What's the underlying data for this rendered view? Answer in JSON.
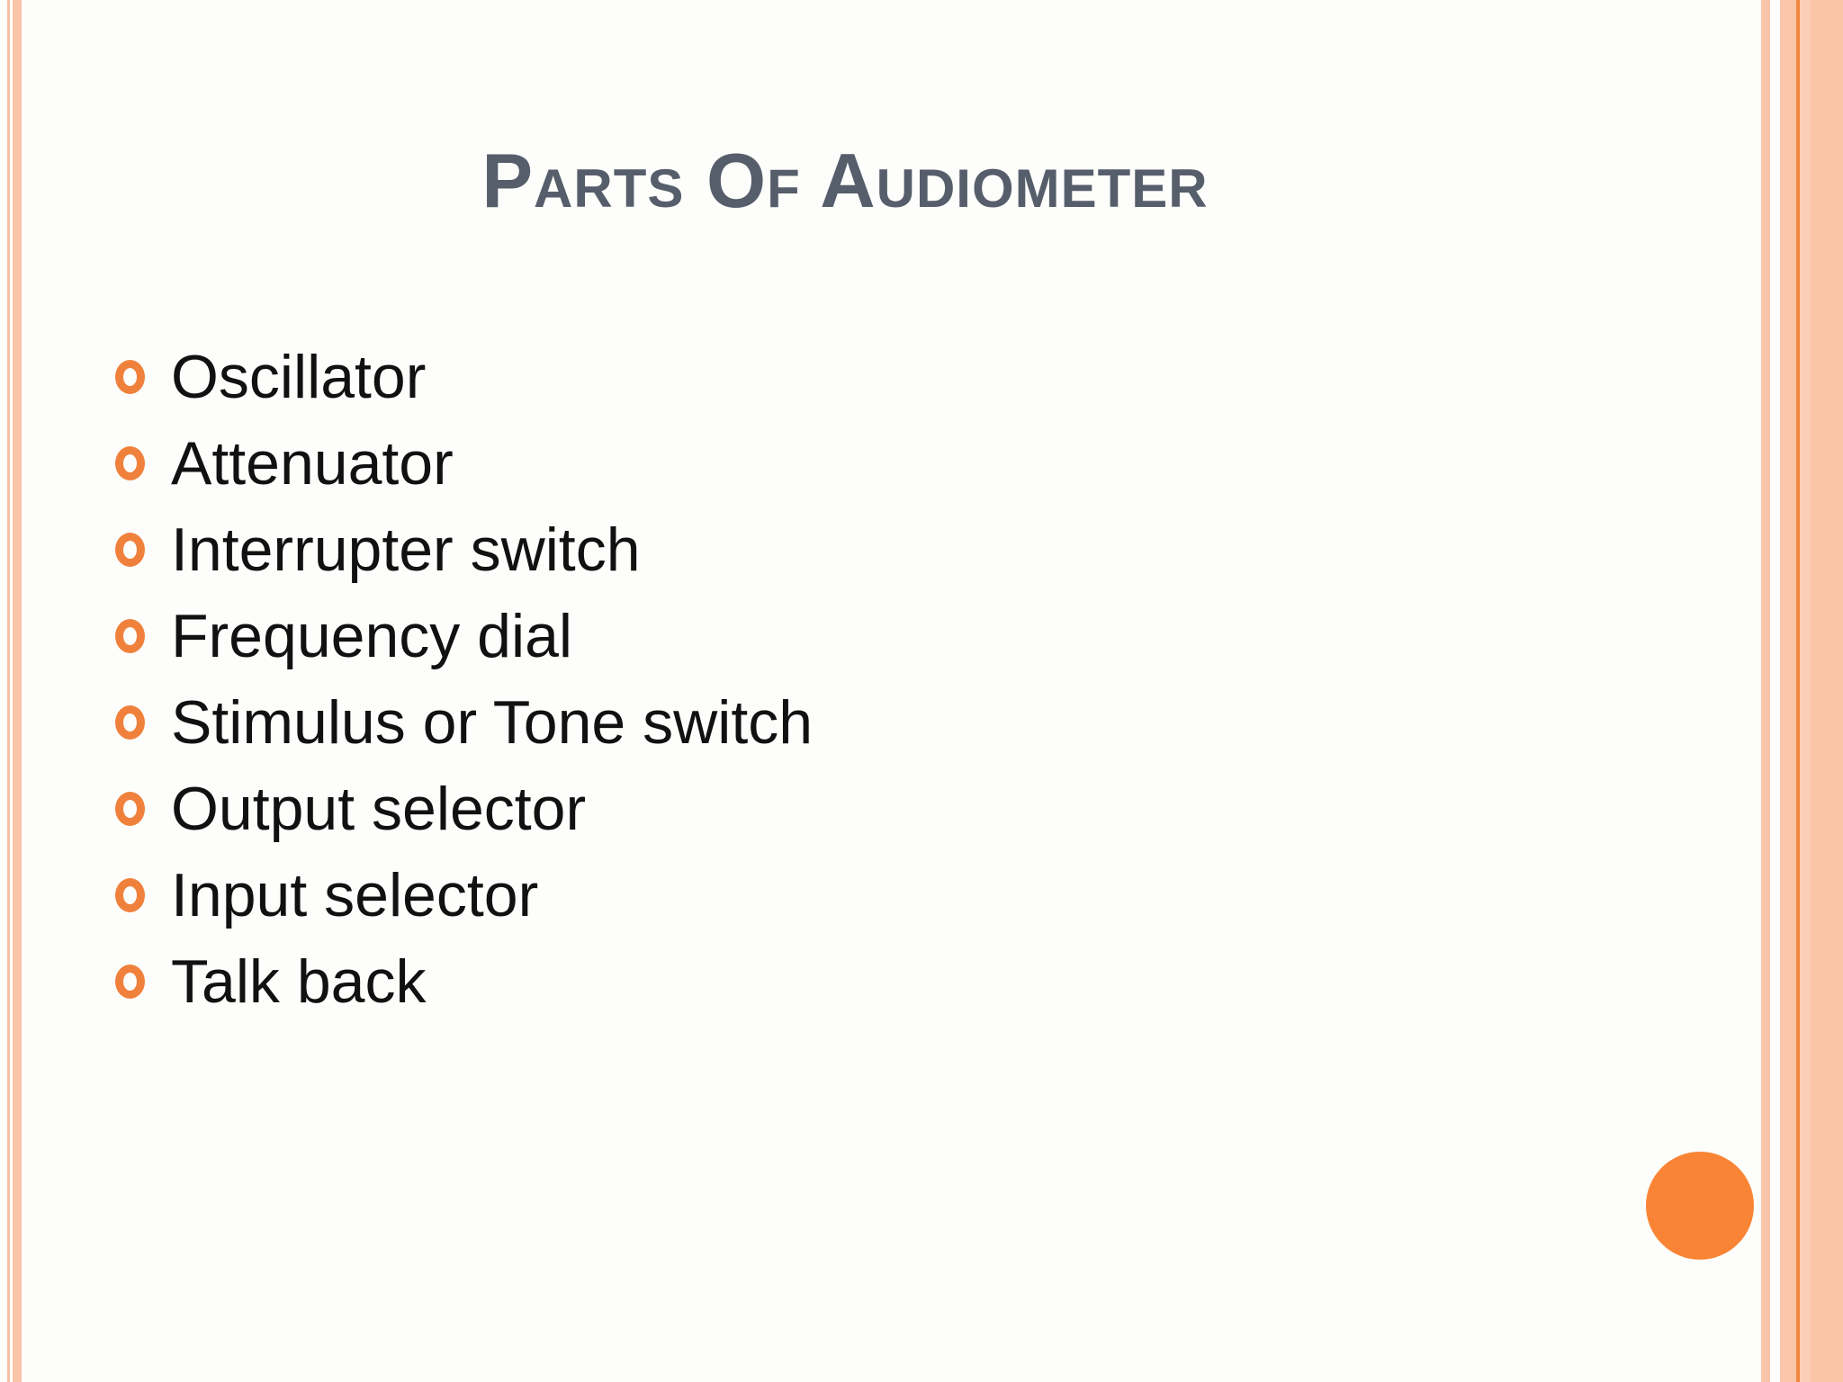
{
  "slide": {
    "title": "Parts Of Audiometer",
    "bullets": [
      "Oscillator",
      "Attenuator",
      "Interrupter switch",
      "Frequency dial",
      "Stimulus or Tone switch",
      "Output selector",
      "Input selector",
      "Talk back"
    ],
    "colors": {
      "background": "#FDFDFB",
      "title_text": "#565E6B",
      "body_text": "#111111",
      "bullet_ring": "#F0813C",
      "side_stripe": "#F9C4A7",
      "side_stripe_accent_line": "#F0883E",
      "corner_circle": "#FA8435"
    }
  }
}
